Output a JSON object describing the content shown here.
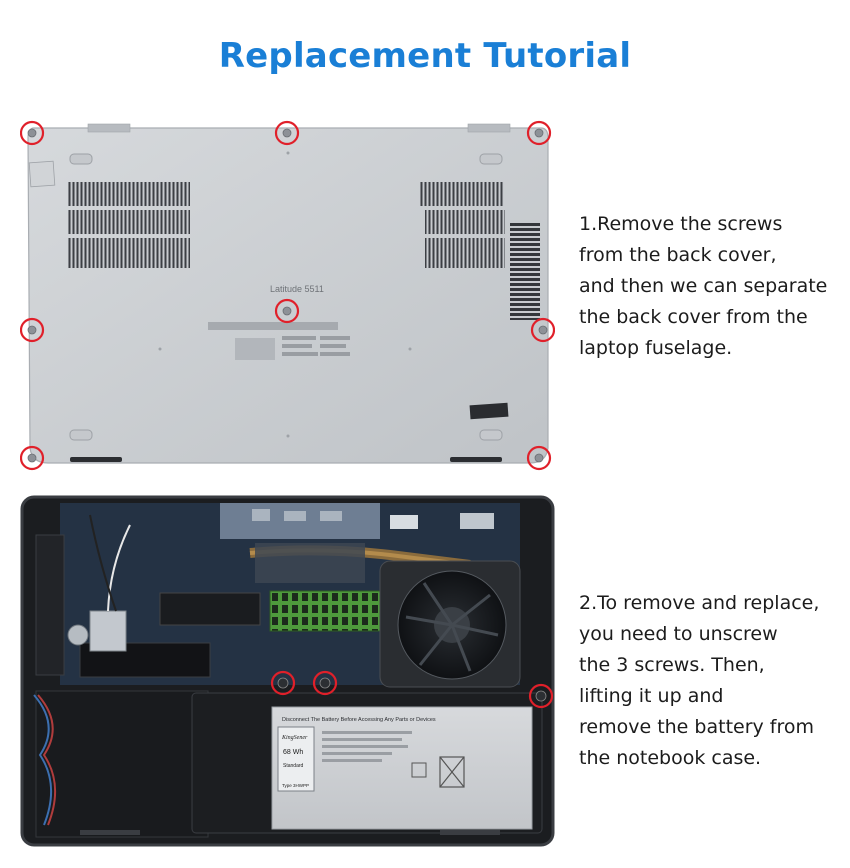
{
  "title": "Replacement Tutorial",
  "step1": {
    "lines": [
      "1.Remove the screws",
      "from the back cover,",
      "and then we can separate",
      "the back cover from the",
      "laptop fuselage."
    ]
  },
  "step2": {
    "lines": [
      "2.To remove and replace,",
      "you need to unscrew",
      "the 3 screws. Then,",
      "lifting it up and",
      "remove the battery from",
      "the notebook case."
    ]
  },
  "laptop": {
    "model": "Latitude 5511"
  },
  "battery": {
    "warning": "Disconnect The Battery Before Accessing Any Parts or Devices",
    "brand": "KingSener",
    "capacity": "68 Wh",
    "grade": "Standard",
    "type": "Type 3HWPP"
  },
  "colors": {
    "title": "#1a7fd6",
    "marker": "#e0202a",
    "chassis": "#c9ccd0",
    "board": "#1f2a36"
  }
}
